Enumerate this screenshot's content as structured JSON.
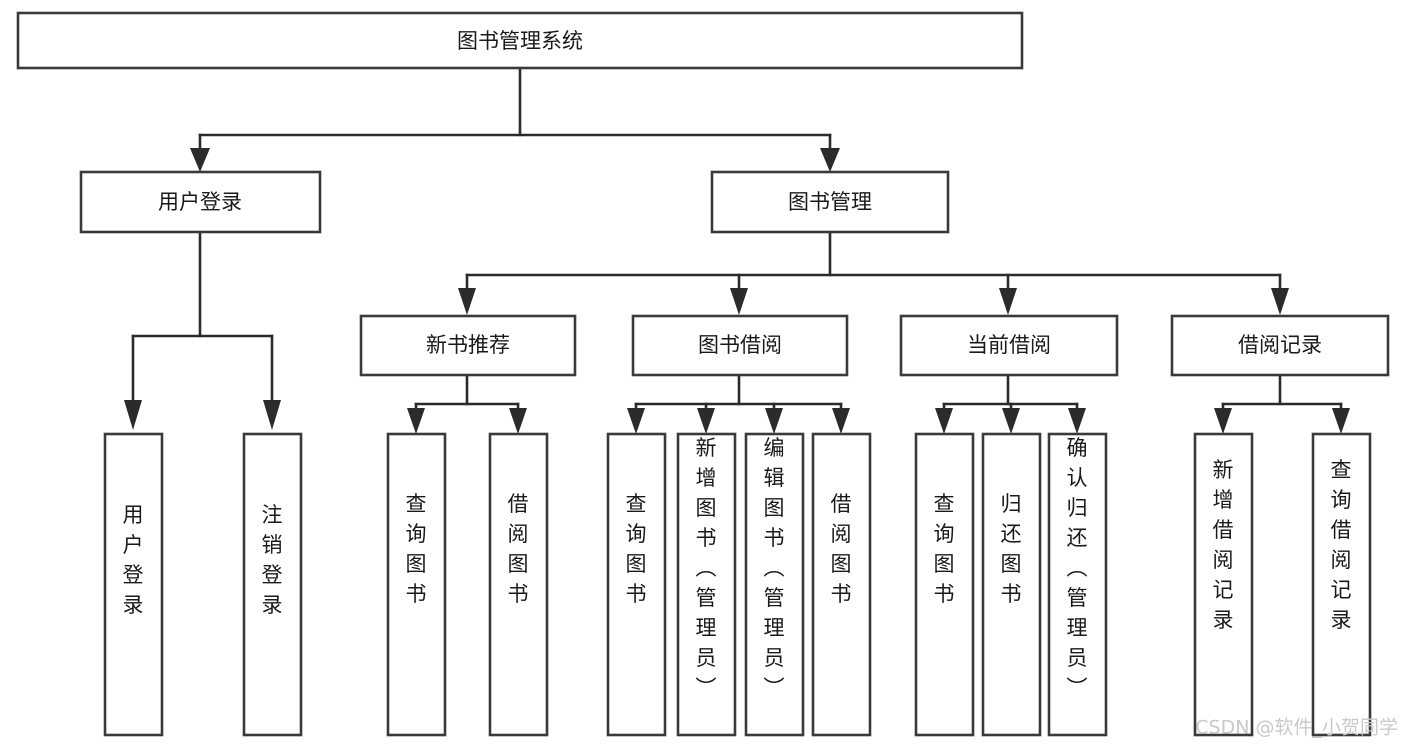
{
  "diagram": {
    "title": "图书管理系统",
    "type": "tree-hierarchy",
    "root": {
      "label": "图书管理系统"
    },
    "level1": [
      {
        "label": "用户登录"
      },
      {
        "label": "图书管理"
      }
    ],
    "level2": [
      {
        "label": "新书推荐"
      },
      {
        "label": "图书借阅"
      },
      {
        "label": "当前借阅"
      },
      {
        "label": "借阅记录"
      }
    ],
    "leaves": {
      "user_login": [
        {
          "label": "用户登录"
        },
        {
          "label": "注销登录"
        }
      ],
      "new_book_recommend": [
        {
          "label": "查询图书"
        },
        {
          "label": "借阅图书"
        }
      ],
      "book_borrow": [
        {
          "label": "查询图书"
        },
        {
          "label": "新增图书（管理员）"
        },
        {
          "label": "编辑图书（管理员）"
        },
        {
          "label": "借阅图书"
        }
      ],
      "current_borrow": [
        {
          "label": "查询图书"
        },
        {
          "label": "归还图书"
        },
        {
          "label": "确认归还（管理员）"
        }
      ],
      "borrow_record": [
        {
          "label": "新增借阅记录"
        },
        {
          "label": "查询借阅记录"
        }
      ]
    }
  },
  "watermark": {
    "text": "CSDN @软件_小贺同学"
  },
  "colors": {
    "box_stroke": "#3a3a3a",
    "connector": "#2b2b2b",
    "text": "#1a1a1a",
    "background": "#ffffff",
    "watermark": "#c9c9c9"
  }
}
